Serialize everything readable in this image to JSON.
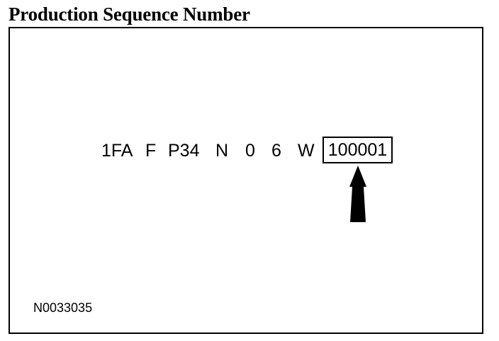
{
  "title": "Production Sequence Number",
  "vin": {
    "segments": [
      "1FA",
      "F",
      "P34",
      "N",
      "0",
      "6",
      "W"
    ],
    "highlighted": "100001"
  },
  "figure_id": "N0033035",
  "colors": {
    "ink": "#000000",
    "background": "#ffffff"
  },
  "icons": {
    "pointer": "arrow-up-icon"
  }
}
